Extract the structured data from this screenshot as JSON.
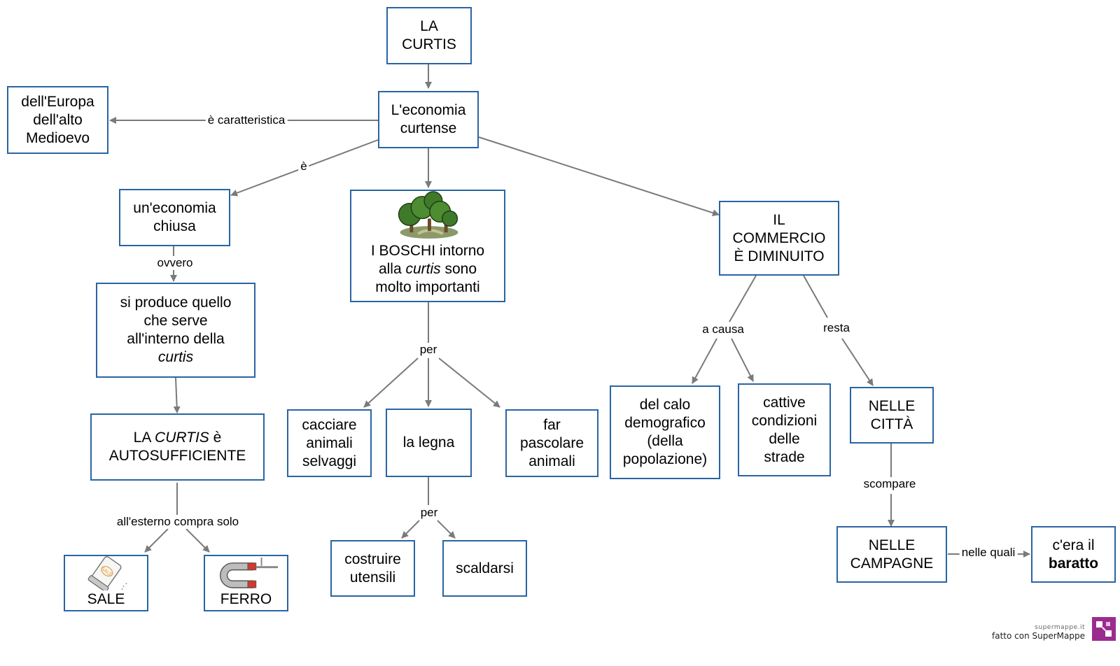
{
  "nodes": {
    "curtis": "LA CURTIS",
    "economia_curtense": [
      "L'economia",
      "curtense"
    ],
    "europa": [
      "dell'Europa",
      "dell'alto",
      "Medioevo"
    ],
    "economia_chiusa": [
      "un'economia",
      "chiusa"
    ],
    "boschi": {
      "l1": "I BOSCHI intorno",
      "l2a": "alla ",
      "l2b": "curtis",
      "l2c": " sono",
      "l3": "molto importanti"
    },
    "commercio": [
      "IL",
      "COMMERCIO",
      "È DIMINUITO"
    ],
    "produce": {
      "l1": "si produce quello",
      "l2": "che serve",
      "l3": "all'interno della",
      "l4": "curtis"
    },
    "autosufficiente": {
      "l1a": "LA ",
      "l1b": "CURTIS",
      "l1c": " è",
      "l2": "AUTOSUFFICIENTE"
    },
    "cacciare": [
      "cacciare",
      "animali",
      "selvaggi"
    ],
    "legna": "la legna",
    "pascolare": [
      "far",
      "pascolare",
      "animali"
    ],
    "calo": [
      "del calo",
      "demografico",
      "(della",
      "popolazione)"
    ],
    "cattive": [
      "cattive",
      "condizioni",
      "delle",
      "strade"
    ],
    "citta": [
      "NELLE",
      "CITTÀ"
    ],
    "costruire": [
      "costruire",
      "utensili"
    ],
    "scaldarsi": "scaldarsi",
    "sale": "SALE",
    "ferro": "FERRO",
    "campagne": [
      "NELLE",
      "CAMPAGNE"
    ],
    "baratto": {
      "l1": "c'era il",
      "l2": "baratto"
    },
    "sale_pic_text": "SALE"
  },
  "edge_labels": {
    "caratteristica": "è caratteristica",
    "e": "è",
    "ovvero": "ovvero",
    "per1": "per",
    "per2": "per",
    "a_causa": "a causa",
    "resta": "resta",
    "esterno": "all'esterno compra solo",
    "scompare": "scompare",
    "nelle_quali": "nelle quali"
  },
  "footer": {
    "site": "supermappe.it",
    "credit": "fatto con SuperMappe"
  },
  "colors": {
    "node_border": "#2a64a4",
    "edge": "#7a7a7a",
    "logo": "#9b2c8f"
  }
}
